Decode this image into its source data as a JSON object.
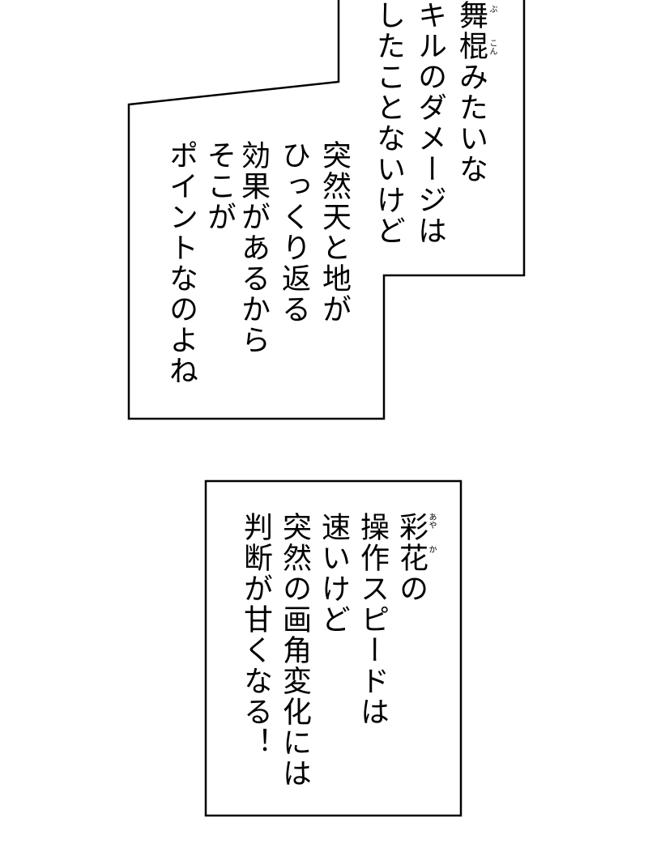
{
  "box_top": {
    "lines": [
      "舞棍みたいな",
      "キルのダメージは",
      "したことないけど"
    ],
    "ruby": [
      "ぶ",
      "こん"
    ]
  },
  "box_middle": {
    "lines": [
      "突然天と地が",
      "ひっくり返る",
      "効果があるから",
      "そこが",
      "ポイントなのよね"
    ]
  },
  "box_bottom": {
    "lines": [
      "彩花の",
      "操作スピードは",
      "速いけど",
      "突然の画角変化には",
      "判断が甘くなる！"
    ],
    "ruby": [
      "あや",
      "か"
    ]
  }
}
